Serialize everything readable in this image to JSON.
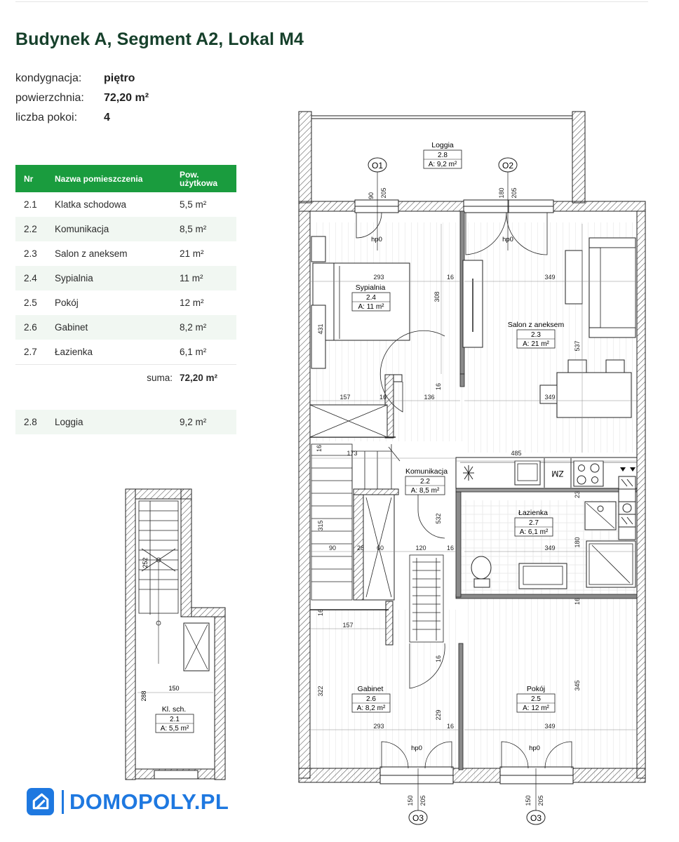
{
  "title": "Budynek A, Segment A2, Lokal M4",
  "specs": [
    {
      "label": "kondygnacja:",
      "value": "piętro"
    },
    {
      "label": "powierzchnia:",
      "value": "72,20 m²"
    },
    {
      "label": "liczba pokoi:",
      "value": "4"
    }
  ],
  "table": {
    "headers": {
      "nr": "Nr",
      "name": "Nazwa pomieszczenia",
      "area_line1": "Pow.",
      "area_line2": "użytkowa"
    },
    "rows": [
      {
        "nr": "2.1",
        "name": "Klatka schodowa",
        "area": "5,5 m²"
      },
      {
        "nr": "2.2",
        "name": "Komunikacja",
        "area": "8,5 m²"
      },
      {
        "nr": "2.3",
        "name": "Salon z aneksem",
        "area": "21 m²"
      },
      {
        "nr": "2.4",
        "name": "Sypialnia",
        "area": "11 m²"
      },
      {
        "nr": "2.5",
        "name": "Pokój",
        "area": "12 m²"
      },
      {
        "nr": "2.6",
        "name": "Gabinet",
        "area": "8,2 m²"
      },
      {
        "nr": "2.7",
        "name": "Łazienka",
        "area": "6,1 m²"
      }
    ],
    "sum_label": "suma:",
    "sum_value": "72,20 m²",
    "extra": {
      "nr": "2.8",
      "name": "Loggia",
      "area": "9,2 m²"
    }
  },
  "plan": {
    "rooms": [
      {
        "name": "Loggia",
        "nr": "2.8",
        "area": "A: 9,2 m²"
      },
      {
        "name": "Sypialnia",
        "nr": "2.4",
        "area": "A: 11 m²"
      },
      {
        "name": "Salon z aneksem",
        "nr": "2.3",
        "area": "A: 21 m²"
      },
      {
        "name": "Komunikacja",
        "nr": "2.2",
        "area": "A: 8,5 m²"
      },
      {
        "name": "Łazienka",
        "nr": "2.7",
        "area": "A: 6,1 m²"
      },
      {
        "name": "Gabinet",
        "nr": "2.6",
        "area": "A: 8,2 m²"
      },
      {
        "name": "Pokój",
        "nr": "2.5",
        "area": "A: 12 m²"
      }
    ],
    "window_marks": [
      "O1",
      "O2",
      "O3",
      "O3"
    ],
    "door_marks": [
      "hp0",
      "hp0",
      "hp0",
      "hp0"
    ],
    "fridge_label": "ZM",
    "dims": {
      "d90": "90",
      "d205": "205",
      "d180": "180",
      "d293": "293",
      "d308": "308",
      "d16": "16",
      "d349": "349",
      "d431": "431",
      "d537": "537",
      "d157": "157",
      "d136": "136",
      "d173": "173",
      "d485": "485",
      "d23": "23",
      "d315": "315",
      "d28": "28",
      "d60": "60",
      "d120": "120",
      "d532": "532",
      "d322": "322",
      "d229": "229",
      "d345": "345",
      "d150": "150"
    }
  },
  "stair": {
    "name": "Kl. sch.",
    "nr": "2.1",
    "area": "A: 5,5 m²",
    "d252": "252",
    "d150": "150",
    "d288": "288"
  },
  "brand": {
    "name": "DOMOPOLY.PL",
    "color": "#1e78e0"
  },
  "colors": {
    "title": "#16402b",
    "table_header": "#1a9c3e",
    "table_alt_row": "#f1f7f2"
  }
}
